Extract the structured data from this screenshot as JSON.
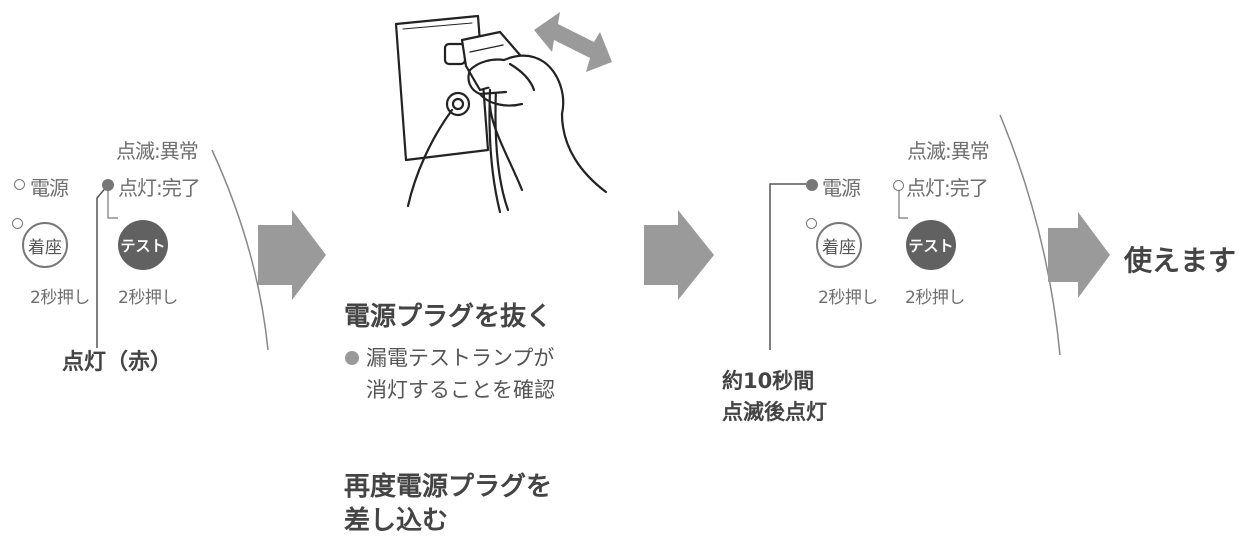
{
  "colors": {
    "arrow": "#9a9a9a",
    "dark_button": "#616161",
    "line": "#555555"
  },
  "panel_left": {
    "status_blink": "点滅:異常",
    "status_on": "点灯:完了",
    "power_label": "電源",
    "seat_button": "着座",
    "test_button": "テスト",
    "seat_hint": "2秒押し",
    "test_hint": "2秒押し",
    "callout": "点灯（赤）"
  },
  "step2": {
    "title": "電源プラグを抜く",
    "note_line1": "漏電テストランプが",
    "note_line2": "消灯することを確認",
    "next_line1": "再度電源プラグを",
    "next_line2": "差し込む"
  },
  "panel_right": {
    "status_blink": "点滅:異常",
    "status_on": "点灯:完了",
    "power_label": "電源",
    "seat_button": "着座",
    "test_button": "テスト",
    "seat_hint": "2秒押し",
    "test_hint": "2秒押し",
    "callout_line1": "約10秒間",
    "callout_line2": "点滅後点灯"
  },
  "result": "使えます",
  "icons": [
    "outlet-plug-hand-illustration",
    "double-arrow-icon",
    "right-arrow-icon"
  ]
}
